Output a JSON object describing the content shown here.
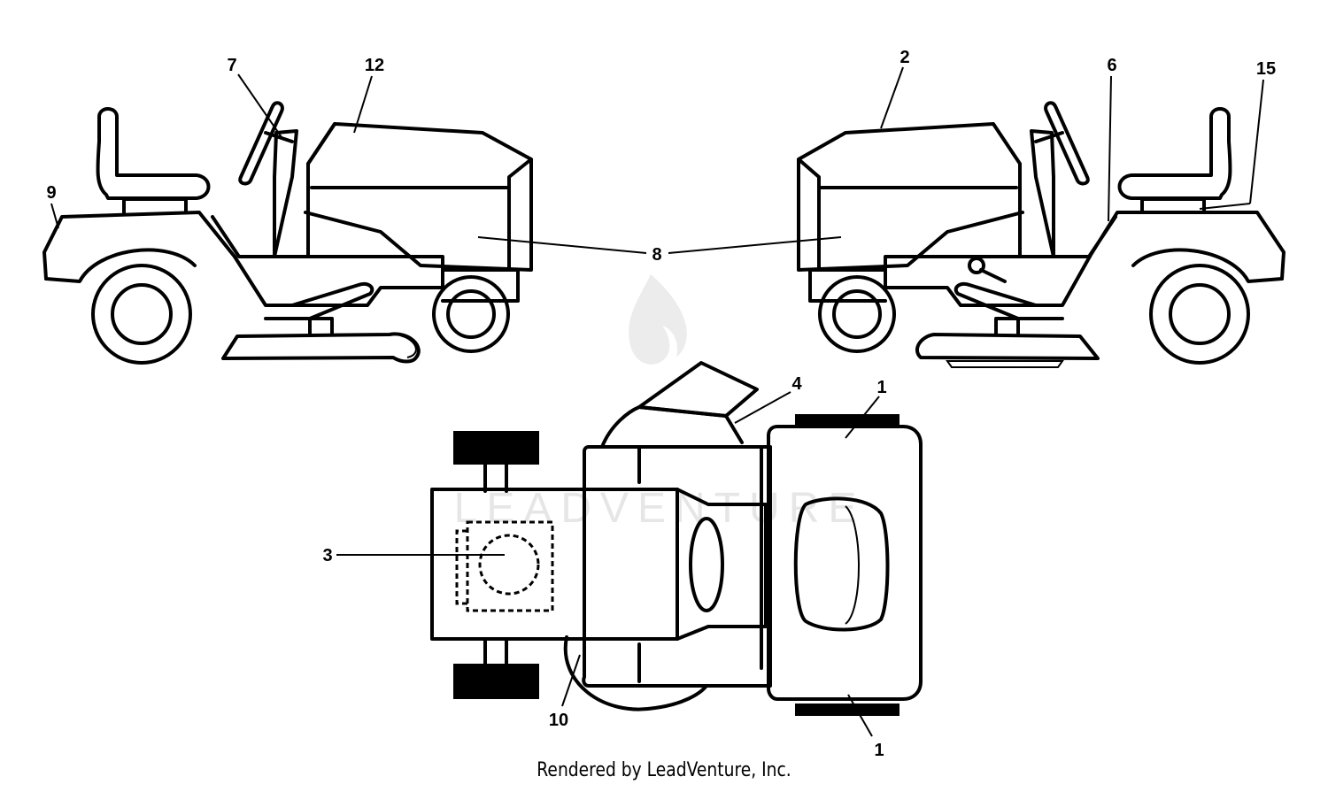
{
  "diagram": {
    "callouts": {
      "c1_top": "1",
      "c1_bottom": "1",
      "c2": "2",
      "c3": "3",
      "c4": "4",
      "c6": "6",
      "c7": "7",
      "c8": "8",
      "c9": "9",
      "c10": "10",
      "c12": "12",
      "c15": "15"
    },
    "watermark": "LEADVENTURE"
  },
  "footer": {
    "credit": "Rendered by LeadVenture, Inc."
  }
}
